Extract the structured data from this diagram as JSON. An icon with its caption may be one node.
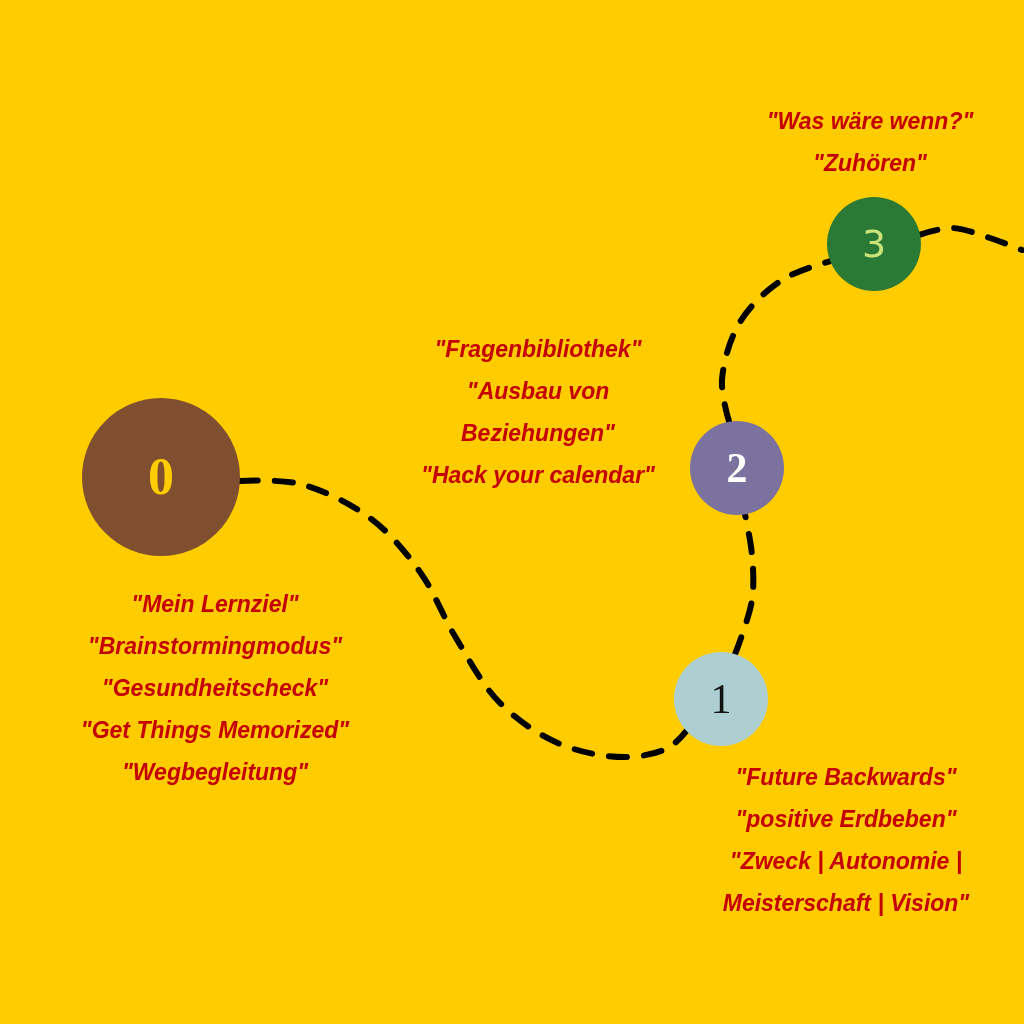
{
  "diagram": {
    "nodes": [
      {
        "text": [
          "0"
        ],
        "beside": [
          "\"Mein Lernziel\"",
          "\"Brainstormingmodus\"",
          "\"Gesundheitscheck\"",
          "\"Get Things Memorized\"",
          "\"Wegbegleitung\""
        ]
      },
      {
        "text": [
          "1"
        ],
        "beside": [
          "\"Future Backwards\"",
          "\"positive Erdbeben\"",
          "\"Zweck | Autonomie | Meisterschaft | Vision\""
        ]
      },
      {
        "text": [
          "2"
        ],
        "beside": [
          "\"Fragenbibliothek\"",
          "\"Ausbau von Beziehungen\"",
          "\"Hack your calendar\""
        ]
      },
      {
        "text": [
          "3"
        ],
        "beside": [
          "\"Was wäre wenn?\"",
          "\"Zuhören\""
        ]
      }
    ],
    "edges": [
      {
        "from": 0,
        "to": 1,
        "arrow": "none",
        "style": "dashed"
      },
      {
        "from": 1,
        "to": 2,
        "arrow": "none",
        "style": "dashed"
      },
      {
        "from": 2,
        "to": 3,
        "arrow": "none",
        "style": "dashed"
      },
      {
        "from": 3,
        "to": null,
        "arrow": "none",
        "style": "dashed"
      }
    ]
  }
}
